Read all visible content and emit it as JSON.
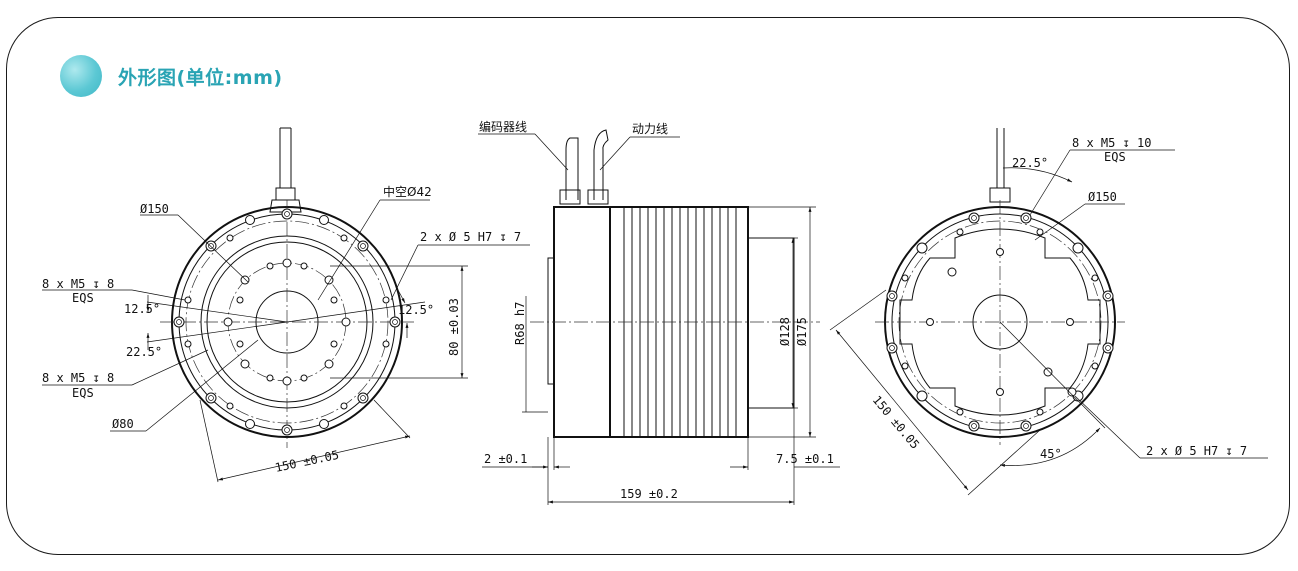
{
  "header": {
    "title": "外形图(单位:mm)",
    "accent_color": "#2aa4b4"
  },
  "front_view": {
    "dia_150": "Ø150",
    "hollow": "中空Ø42",
    "pin_holes": "2 x Ø 5 H7 ↧ 7",
    "screw_top": "8 x  M5 ↧ 8",
    "screw_top_sub": "EQS",
    "angle_12_5_left": "12.5°",
    "angle_22_5": "22.5°",
    "screw_bottom": "8 x  M5 ↧ 8",
    "screw_bottom_sub": "EQS",
    "dia_80": "Ø80",
    "angle_12_5_right": "12.5°",
    "dim_80": "80 ±0.03",
    "dim_150": "150 ±0.05"
  },
  "side_view": {
    "encoder_cable": "编码器线",
    "power_cable": "动力线",
    "r68": "R68 h7",
    "dia_128": "Ø128",
    "dia_175": "Ø175",
    "dim_2": "2 ±0.1",
    "dim_7_5": "7.5 ±0.1",
    "dim_159": "159 ±0.2"
  },
  "rear_view": {
    "angle_22_5": "22.5°",
    "screw": "8 x  M5 ↧ 10",
    "screw_sub": "EQS",
    "dia_150": "Ø150",
    "dim_150": "150 ±0.05",
    "angle_45": "45°",
    "pin_holes": "2 x Ø 5 H7 ↧ 7"
  }
}
